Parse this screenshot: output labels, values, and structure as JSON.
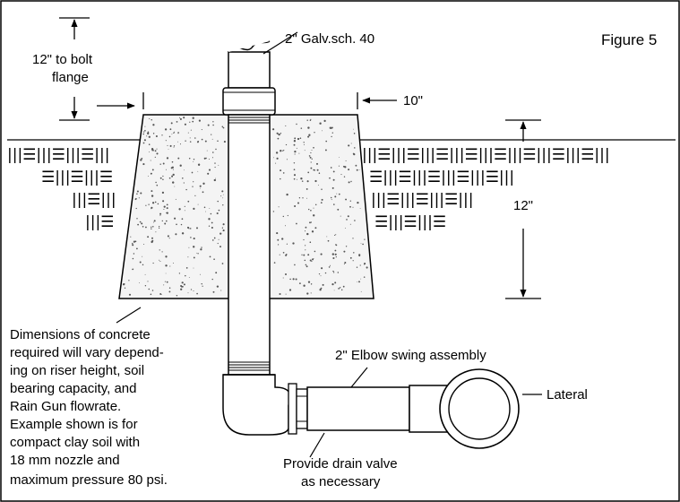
{
  "figure_label": "Figure 5",
  "labels": {
    "bolt_flange_1": "12\" to bolt",
    "bolt_flange_2": "flange",
    "pipe_spec": "2\" Galv.sch. 40",
    "top_width": "10\"",
    "depth": "12\"",
    "elbow": "2\" Elbow swing assembly",
    "lateral": "Lateral",
    "drain_1": "Provide drain valve",
    "drain_2": "as necessary"
  },
  "note_lines": [
    "Dimensions of concrete",
    "required will vary depend-",
    "ing on riser height, soil",
    "bearing capacity, and",
    "Rain Gun flowrate.",
    "Example shown is for",
    "compact clay soil with",
    "18 mm nozzle and",
    "maximum pressure 80 psi."
  ],
  "colors": {
    "line": "#000000",
    "background": "#ffffff",
    "concrete_speckle": "#555555"
  }
}
